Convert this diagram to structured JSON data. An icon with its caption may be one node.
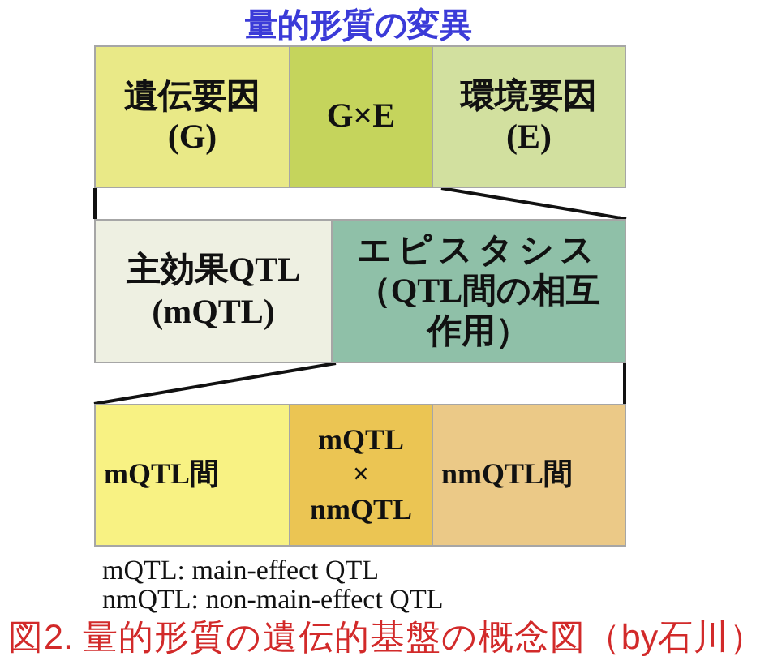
{
  "diagram": {
    "title": "量的形質の変異",
    "nodes": [
      {
        "text": [
          "遺伝要因",
          "(G)"
        ]
      },
      {
        "text": [
          "G×E"
        ]
      },
      {
        "text": [
          "環境要因",
          "(E)"
        ]
      },
      {
        "text": [
          "主効果QTL",
          "(mQTL)"
        ]
      },
      {
        "text": [
          "エピスタシス",
          "（QTL間の相互作用）"
        ]
      },
      {
        "text": [
          "mQTL間"
        ]
      },
      {
        "text": [
          "mQTL × nmQTL"
        ]
      },
      {
        "text": [
          "nmQTL間"
        ]
      }
    ],
    "edges": [
      {
        "from": 0,
        "to": 3,
        "arrow": "none"
      },
      {
        "from": 2,
        "to": 4,
        "arrow": "none"
      },
      {
        "from": 4,
        "to": 5,
        "arrow": "none"
      },
      {
        "from": 4,
        "to": 7,
        "arrow": "none"
      }
    ],
    "labels": [
      "mQTL: main-effect QTL",
      "nmQTL: non-main-effect QTL"
    ],
    "caption": "図2. 量的形質の遺伝的基盤の概念図（by石川）"
  }
}
